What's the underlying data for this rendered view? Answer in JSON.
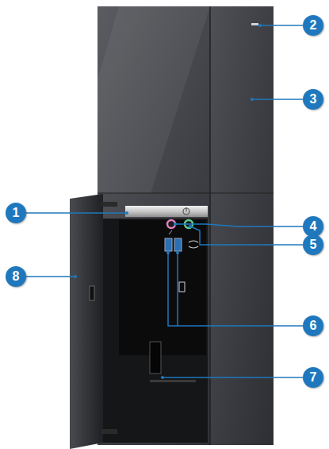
{
  "diagram": {
    "labels": [
      "2",
      "3",
      "1",
      "4",
      "5",
      "8",
      "6",
      "7"
    ]
  }
}
